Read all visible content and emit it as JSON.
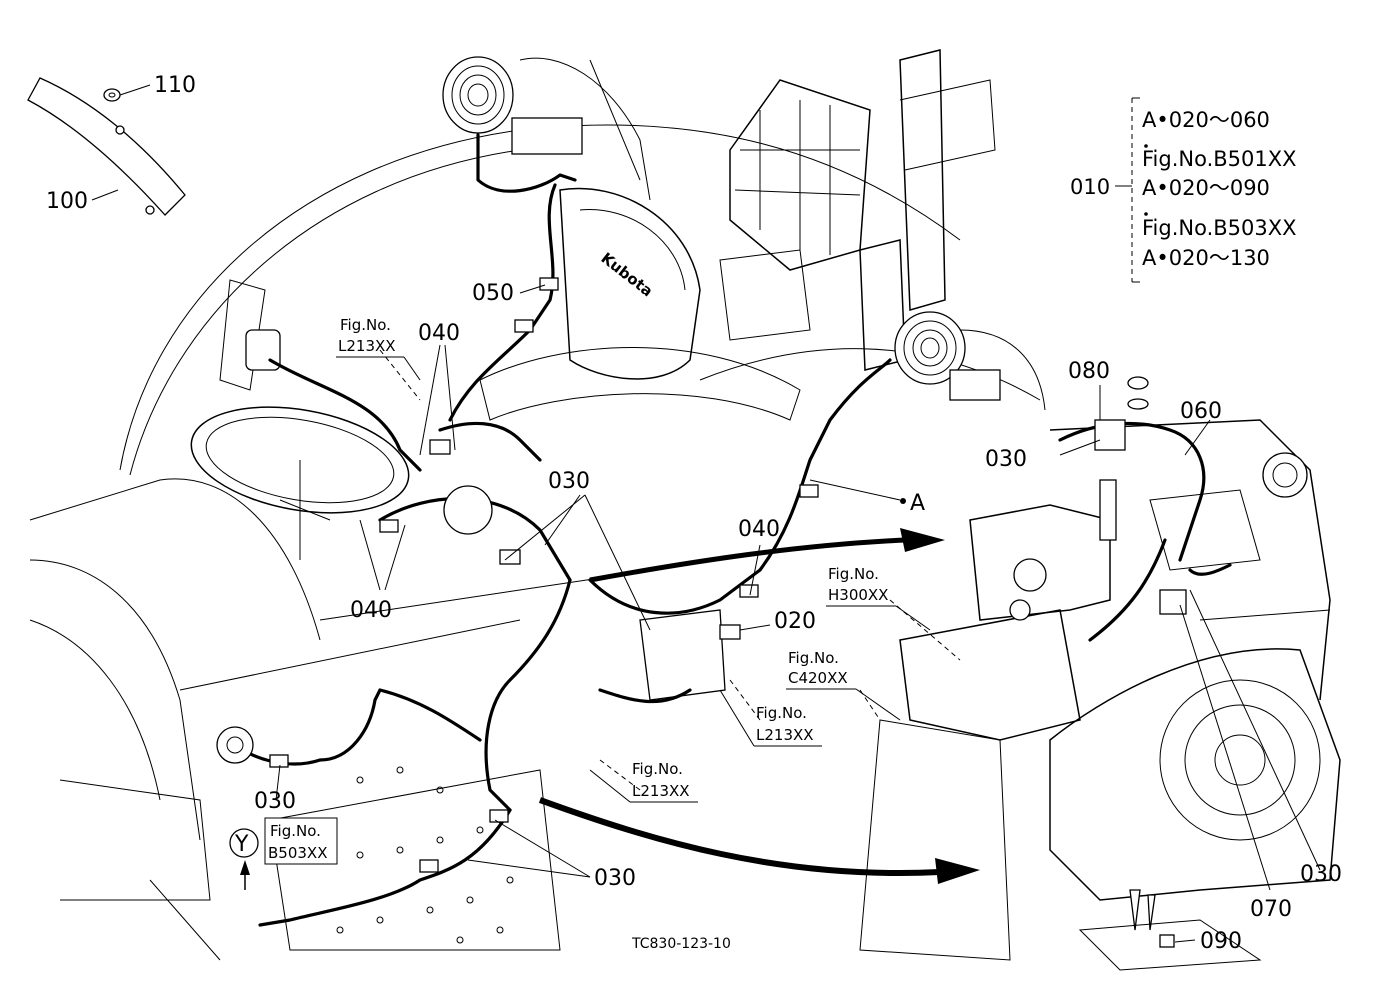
{
  "callouts": {
    "c110": "110",
    "c100": "100",
    "c050": "050",
    "c040_top": "040",
    "c030_center": "030",
    "c040_left": "040",
    "c040_mid": "040",
    "c020": "020",
    "c030_left": "030",
    "c030_bottom": "030",
    "c080": "080",
    "c060": "060",
    "c030_right_top": "030",
    "c030_right_bottom": "030",
    "c070": "070",
    "c090": "090",
    "point_a": "A",
    "point_y": "Y"
  },
  "fig_refs": [
    {
      "title": "Fig.No.",
      "code": "L213XX"
    },
    {
      "title": "Fig.No.",
      "code": "H300XX"
    },
    {
      "title": "Fig.No.",
      "code": "C420XX"
    },
    {
      "title": "Fig.No.",
      "code": "L213XX"
    },
    {
      "title": "Fig.No.",
      "code": "L213XX"
    },
    {
      "title": "Fig.No.",
      "code": "B503XX"
    }
  ],
  "assembly_key": {
    "number": "010",
    "line1": "A•020～060",
    "line2": "Fig.No.B501XX",
    "line3": "A•020～090",
    "line4": "Fig.No.B503XX",
    "line5": "A•020～130"
  },
  "seat_brand": "Kubota",
  "drawing_code": "TC830-123-10"
}
